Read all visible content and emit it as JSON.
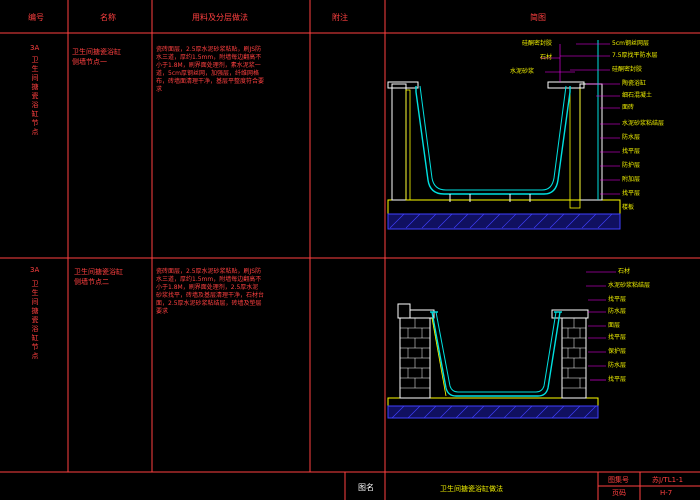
{
  "header": {
    "col_code": "编号",
    "col_name": "名称",
    "col_material": "用料及分层做法",
    "col_note": "附注",
    "col_figure": "简图"
  },
  "rows": [
    {
      "code": "3A",
      "code_vertical": "卫生间搪瓷浴缸节点",
      "name_line1": "卫生间搪瓷浴缸",
      "name_line2": "侧墙节点一",
      "material_text": "瓷砖面层，2.5厚水泥砂浆粘贴，刷JS防水三道，厚约1.5mm，附墙每边翻高不小于1.8M，刷界面处理剂，素水泥浆一道，5cm厚钢丝网，加强层，纤维网格布，砖墙面清理干净，基层平整度符合要求",
      "labels": [
        "5cm钢丝网层",
        "7.5厚找平防水层",
        "硅酮密封胶",
        "陶瓷浴缸",
        "细石混凝土",
        "面砖",
        "水泥砂浆粘结层",
        "防水层",
        "找平层",
        "防护层",
        "附加层",
        "找平层",
        "楼板"
      ],
      "labels_left": [
        "硅酮密封胶",
        "石材",
        "水泥砂浆"
      ]
    },
    {
      "code": "3A",
      "code_vertical": "卫生间搪瓷浴缸节点",
      "name_line1": "卫生间搪瓷浴缸",
      "name_line2": "侧墙节点二",
      "material_text": "瓷砖面层，2.5厚水泥砂浆粘贴，刷JS防水三道，厚约1.5mm，附墙每边翻高不小于1.8M，刷界面处理剂，2.5厚水泥砂浆找平，砖墙及基层清理干净，石材台面，2.5厚水泥砂浆粘结层，砖墙及垫层要求",
      "labels": [
        "石材",
        "水泥砂浆粘结层",
        "找平层",
        "防水层",
        "面层",
        "找平层",
        "保护层",
        "防水层",
        "找平层"
      ]
    }
  ],
  "footer": {
    "label_title": "图名",
    "title": "卫生间搪瓷浴缸做法",
    "label_code": "图集号",
    "code": "苏J/TL1-1",
    "label_page": "页码",
    "page": "H-7"
  },
  "colors": {
    "grid": "#ff4040",
    "outline": "#ffffff",
    "tub": "#00e0e0",
    "hatch": "#ffff00",
    "floor": "#4040ff",
    "accent": "#ff00ff"
  }
}
